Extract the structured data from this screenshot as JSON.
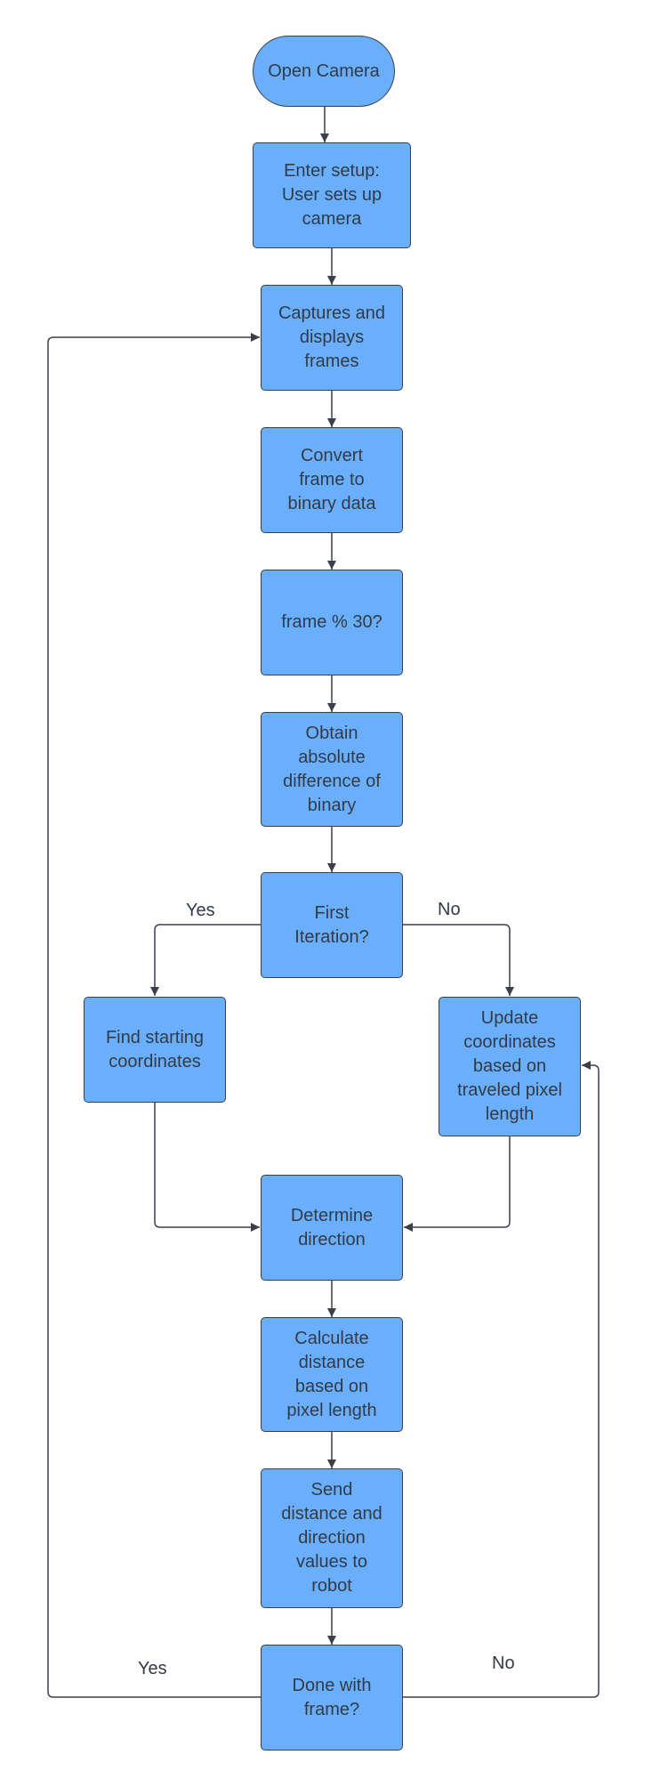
{
  "nodes": {
    "open_camera": "Open Camera",
    "enter_setup": "Enter setup:\nUser sets up\ncamera",
    "captures": "Captures and\ndisplays\nframes",
    "convert": "Convert\nframe to\nbinary data",
    "frame_mod": "frame % 30?",
    "obtain_diff": "Obtain\nabsolute\ndifference of\nbinary",
    "first_iter": "First\nIteration?",
    "find_start": "Find starting\ncoordinates",
    "update_coords": "Update\ncoordinates\nbased on\ntraveled pixel\nlength",
    "determine_dir": "Determine\ndirection",
    "calc_dist": "Calculate\ndistance\nbased on\npixel length",
    "send_values": "Send\ndistance and\ndirection\nvalues to\nrobot",
    "done_frame": "Done with\nframe?"
  },
  "labels": {
    "first_yes": "Yes",
    "first_no": "No",
    "done_yes": "Yes",
    "done_no": "No"
  },
  "colors": {
    "node_fill": "#6aaffc",
    "stroke": "#3a3f4a",
    "text": "#333a46"
  }
}
